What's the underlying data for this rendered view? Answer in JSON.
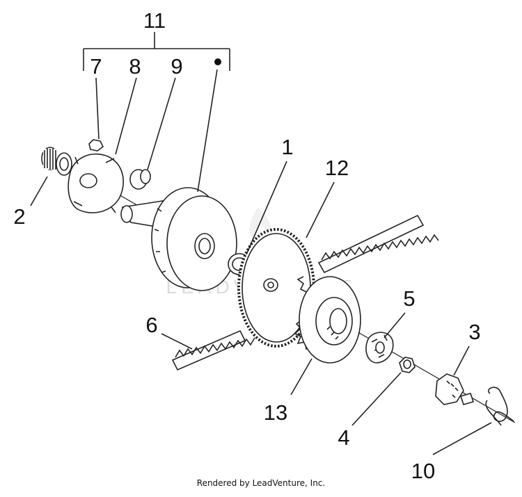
{
  "diagram": {
    "callouts": [
      {
        "id": "1",
        "label": "1"
      },
      {
        "id": "2",
        "label": "2"
      },
      {
        "id": "3",
        "label": "3"
      },
      {
        "id": "4",
        "label": "4"
      },
      {
        "id": "5",
        "label": "5"
      },
      {
        "id": "6",
        "label": "6"
      },
      {
        "id": "7",
        "label": "7"
      },
      {
        "id": "8",
        "label": "8"
      },
      {
        "id": "9",
        "label": "9"
      },
      {
        "id": "10",
        "label": "10"
      },
      {
        "id": "11",
        "label": "11"
      },
      {
        "id": "12",
        "label": "12"
      },
      {
        "id": "13",
        "label": "13"
      }
    ],
    "watermark": "LEADVENTURE",
    "footer": "Rendered by LeadVenture, Inc."
  }
}
